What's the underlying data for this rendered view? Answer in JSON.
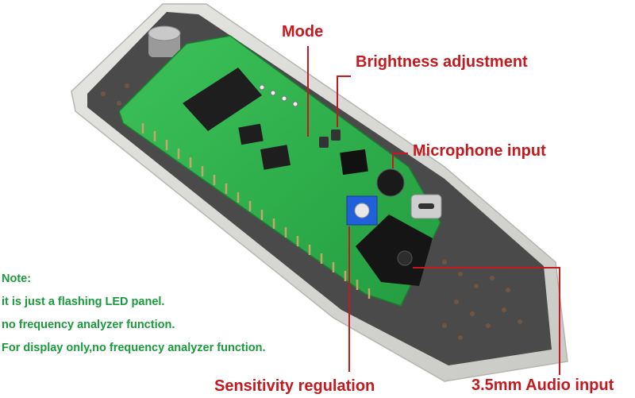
{
  "colors": {
    "callout_red": "#c41a1f",
    "note_green": "#1a9a3a",
    "pcb_green": "#2bb04a",
    "case_grey": "#d9d9d6"
  },
  "callouts": {
    "mode": "Mode",
    "brightness": "Brightness adjustment",
    "microphone": "Microphone input",
    "sensitivity": "Sensitivity regulation",
    "audio": "3.5mm Audio input"
  },
  "note": {
    "title": "Note:",
    "lines": [
      "it is just a flashing LED panel.",
      "no frequency analyzer function.",
      "For display only,no frequency analyzer function."
    ]
  }
}
